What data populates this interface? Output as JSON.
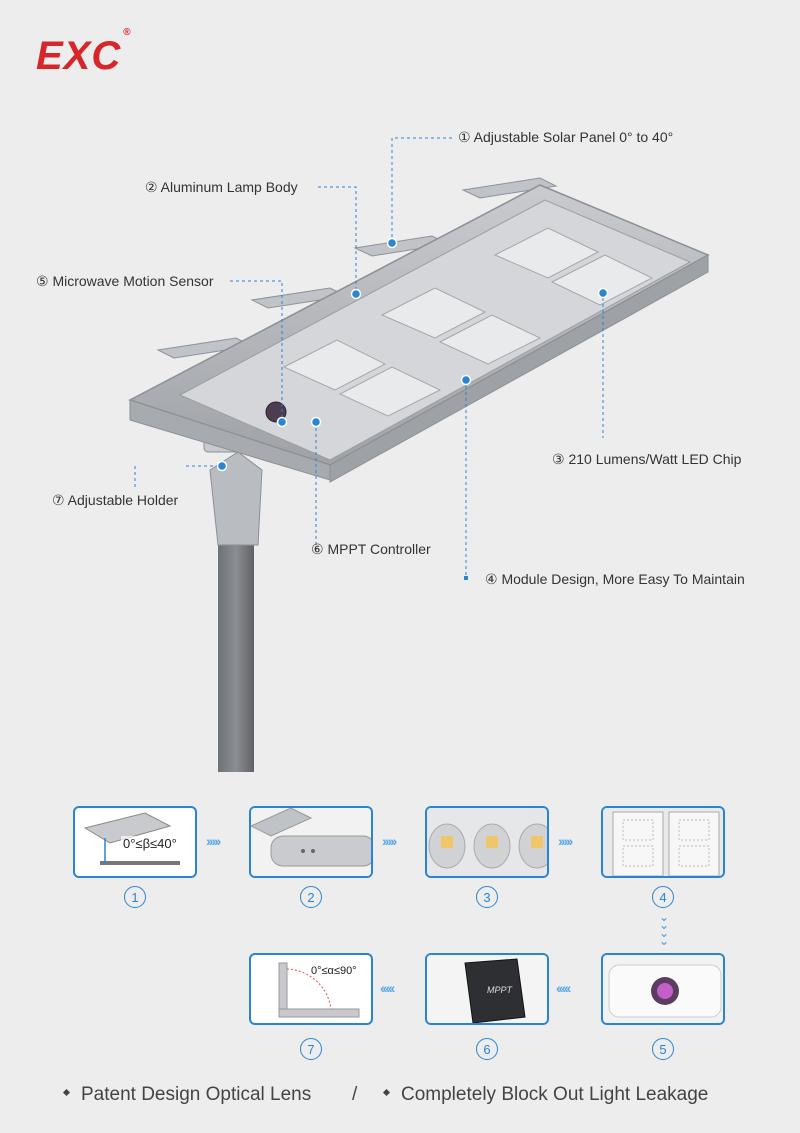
{
  "brand": {
    "name": "EXC",
    "mark": "®",
    "color": "#d7262a"
  },
  "accent": "#2a84d6",
  "callouts": [
    {
      "id": "solar-panel",
      "text": "① Adjustable Solar Panel 0° to 40°"
    },
    {
      "id": "lamp-body",
      "text": "② Aluminum Lamp Body"
    },
    {
      "id": "motion-sensor",
      "text": "⑤ Microwave Motion Sensor"
    },
    {
      "id": "led-chip",
      "text": "③ 210 Lumens/Watt LED Chip"
    },
    {
      "id": "holder",
      "text": "⑦ Adjustable Holder"
    },
    {
      "id": "mppt",
      "text": "⑥ MPPT Controller"
    },
    {
      "id": "module",
      "text": "④ Module Design, More Easy To Maintain"
    }
  ],
  "thumbs": [
    {
      "num": "1",
      "label": "0°≤β≤40°"
    },
    {
      "num": "2",
      "label": ""
    },
    {
      "num": "3",
      "label": ""
    },
    {
      "num": "4",
      "label": ""
    },
    {
      "num": "5",
      "label": ""
    },
    {
      "num": "6",
      "label": "MPPT"
    },
    {
      "num": "7",
      "label": "0°≤α≤90°"
    }
  ],
  "footer": {
    "left": "Patent Design Optical Lens",
    "separator": "/",
    "right": "Completely Block Out Light Leakage"
  }
}
